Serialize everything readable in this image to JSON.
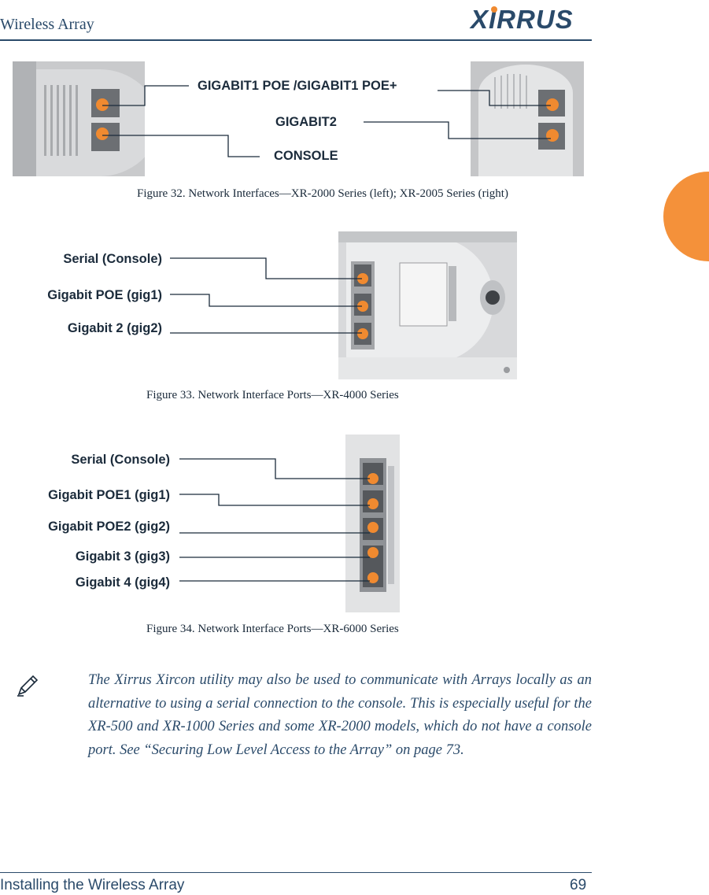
{
  "header": {
    "title": "Wireless Array",
    "logo_text": "XIRRUS",
    "accent_color": "#2a4a6a"
  },
  "figure32": {
    "labels": {
      "gigabit1": "GIGABIT1 POE /GIGABIT1 POE+",
      "gigabit2": "GIGABIT2",
      "console": "CONSOLE"
    },
    "caption": "Figure 32. Network Interfaces—XR-2000 Series (left); XR-2005 Series (right)"
  },
  "figure33": {
    "labels": {
      "serial": "Serial (Console)",
      "gig1": "Gigabit POE (gig1)",
      "gig2": "Gigabit 2 (gig2)"
    },
    "caption": "Figure 33. Network Interface Ports—XR-4000 Series"
  },
  "figure34": {
    "labels": {
      "serial": "Serial (Console)",
      "gig1": "Gigabit POE1 (gig1)",
      "gig2": "Gigabit POE2 (gig2)",
      "gig3": "Gigabit 3 (gig3)",
      "gig4": "Gigabit 4 (gig4)"
    },
    "caption": "Figure 34. Network Interface Ports—XR-6000 Series"
  },
  "note": {
    "icon": "pencil-note-icon",
    "text": "The Xirrus Xircon utility may also be used to communicate with Arrays locally as an alternative to using a serial connection to the console. This is especially useful for the XR-500 and XR-1000 Series and some XR-2000 models, which do not have a console port. See “Securing Low Level Access to the Array” on page 73."
  },
  "footer": {
    "section": "Installing the Wireless Array",
    "page_number": "69"
  },
  "colors": {
    "tab": "#f4913a",
    "port_orange": "#f08a30",
    "leader_line": "#1b2b3b"
  }
}
